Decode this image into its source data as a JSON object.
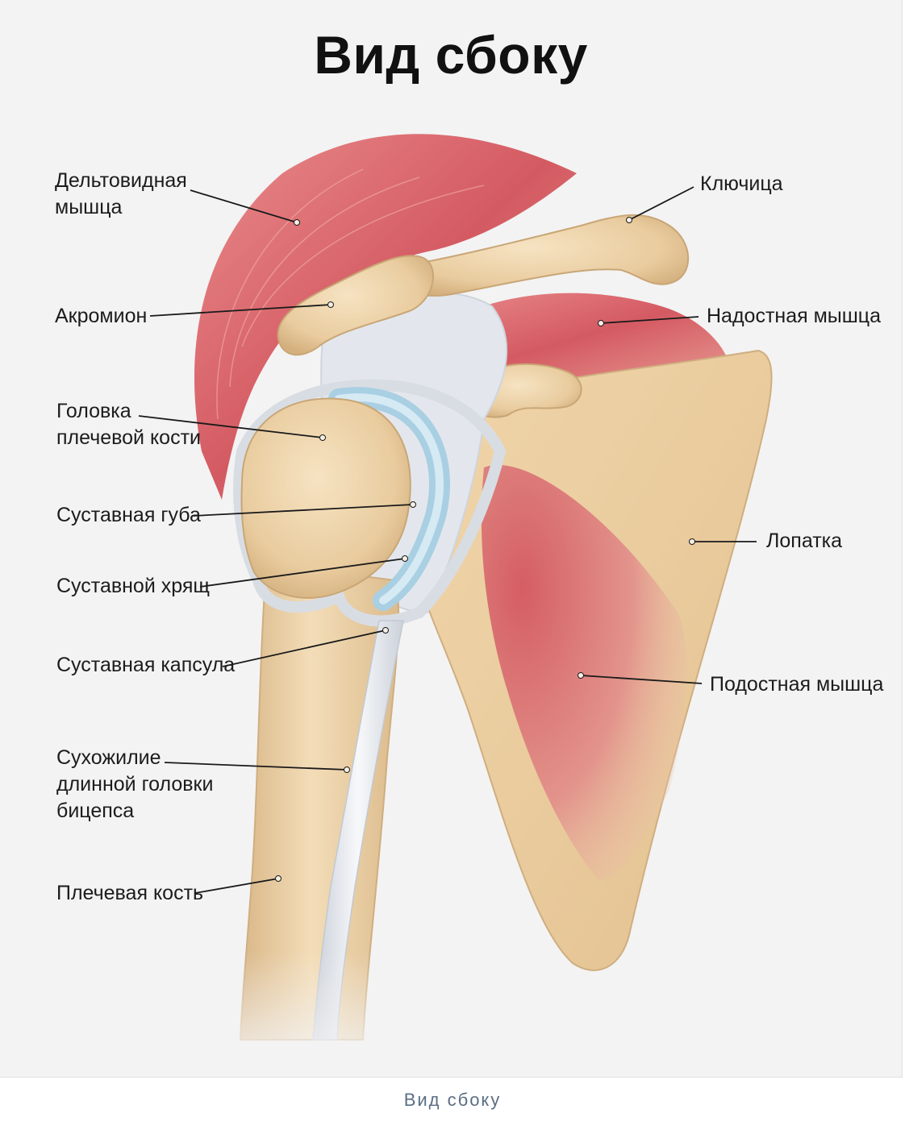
{
  "figure": {
    "title": "Вид сбоку",
    "caption": "Вид сбоку"
  },
  "labels": {
    "deltoid": "Дельтовидная\nмышца",
    "acromion": "Акромион",
    "humeral_head": "Головка\nплечевой кости",
    "labrum": "Суставная губа",
    "cartilage": "Суставной хрящ",
    "capsule": "Суставная капсула",
    "biceps_tendon": "Сухожилие\nдлинной головки\nбицепса",
    "humerus": "Плечевая кость",
    "clavicle": "Ключица",
    "supraspinatus": "Надостная мышца",
    "scapula": "Лопатка",
    "infraspinatus": "Подостная мышца"
  },
  "colors": {
    "bone": "#ecd2a8",
    "muscle": "#d9626a",
    "ligament": "#e4e8ee",
    "cartilage": "#b8d7e8"
  }
}
